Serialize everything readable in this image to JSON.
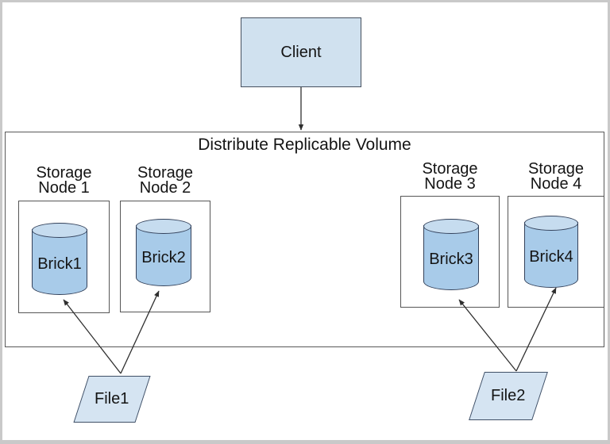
{
  "diagram": {
    "client": {
      "label": "Client"
    },
    "volume": {
      "title": "Distribute Replicable Volume"
    },
    "nodes": [
      {
        "name_line1": "Storage",
        "name_line2": "Node 1",
        "brick_label": "Brick1"
      },
      {
        "name_line1": "Storage",
        "name_line2": "Node 2",
        "brick_label": "Brick2"
      },
      {
        "name_line1": "Storage",
        "name_line2": "Node 3",
        "brick_label": "Brick3"
      },
      {
        "name_line1": "Storage",
        "name_line2": "Node 4",
        "brick_label": "Brick4"
      }
    ],
    "files": [
      {
        "label": "File1"
      },
      {
        "label": "File2"
      }
    ],
    "connections": [
      {
        "from": "Client",
        "to": "Distribute Replicable Volume"
      },
      {
        "from": "File1",
        "to": "Brick1"
      },
      {
        "from": "File1",
        "to": "Brick2"
      },
      {
        "from": "File2",
        "to": "Brick3"
      },
      {
        "from": "File2",
        "to": "Brick4"
      }
    ],
    "colors": {
      "client_fill": "#d0e1ef",
      "cylinder_body_fill": "#a8cbe9",
      "cylinder_top_fill": "#c6dcef",
      "file_fill": "#d5e4f2",
      "shape_border": "#33415a",
      "box_border": "#595959",
      "arrow": "#2f2f2f",
      "frame": "#c9c9c9"
    }
  }
}
